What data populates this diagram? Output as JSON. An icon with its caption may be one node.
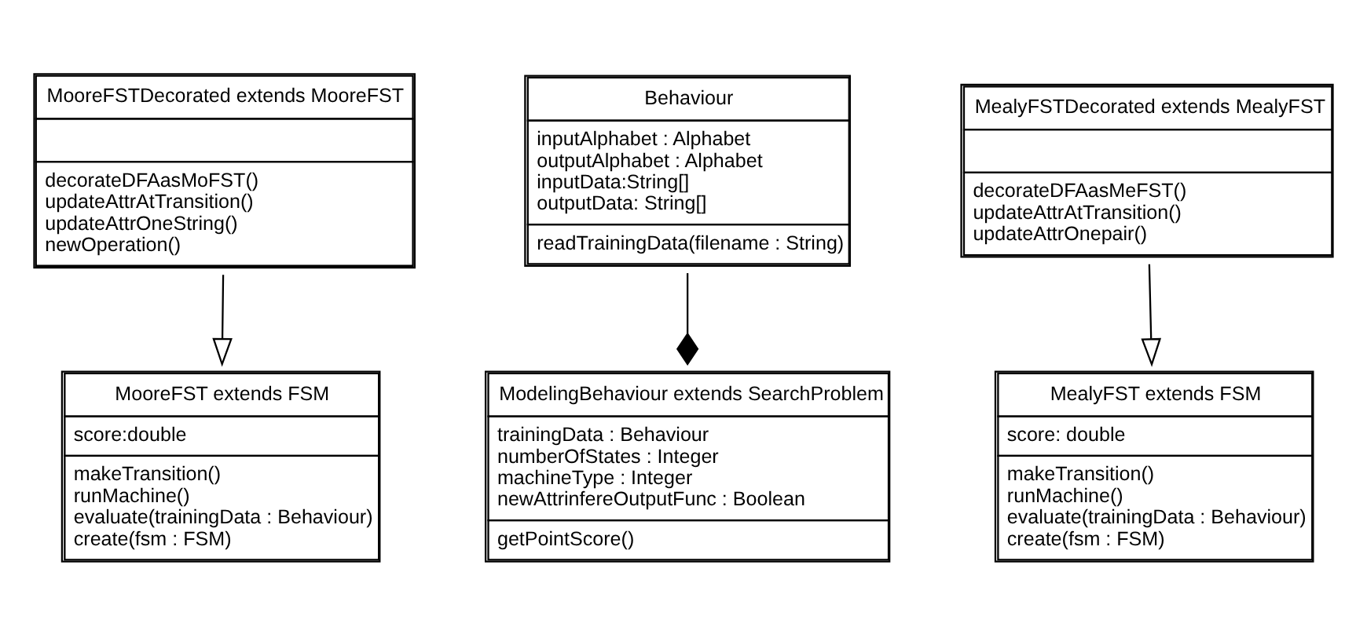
{
  "diagram": {
    "nodes": [
      {
        "text": [
          "MooreFSTDecorated extends MooreFST",
          "decorateDFAasMoFST()",
          "updateAttrAtTransition()",
          "updateAttrOneString()",
          "newOperation()"
        ]
      },
      {
        "text": [
          "Behaviour",
          "inputAlphabet : Alphabet",
          "outputAlphabet : Alphabet",
          "inputData:String[]",
          "outputData: String[]",
          "readTrainingData(filename : String)"
        ]
      },
      {
        "text": [
          "MealyFSTDecorated extends MealyFST",
          "decorateDFAasMeFST()",
          "updateAttrAtTransition()",
          "updateAttrOnepair()"
        ]
      },
      {
        "text": [
          "MooreFST extends FSM",
          "score:double",
          "makeTransition()",
          "runMachine()",
          "evaluate(trainingData : Behaviour)",
          "create(fsm : FSM)"
        ]
      },
      {
        "text": [
          "ModelingBehaviour extends SearchProblem",
          "trainingData : Behaviour",
          "numberOfStates : Integer",
          "machineType : Integer",
          "newAttrinfereOutputFunc : Boolean",
          "getPointScore()"
        ]
      },
      {
        "text": [
          "MealyFST extends FSM",
          "score: double",
          "makeTransition()",
          "runMachine()",
          "evaluate(trainingData : Behaviour)",
          "create(fsm : FSM)"
        ]
      }
    ],
    "edges": [
      {
        "from": 0,
        "to": 3,
        "arrow": "to"
      },
      {
        "from": 1,
        "to": 4,
        "arrow": "other"
      },
      {
        "from": 2,
        "to": 5,
        "arrow": "to"
      }
    ]
  }
}
